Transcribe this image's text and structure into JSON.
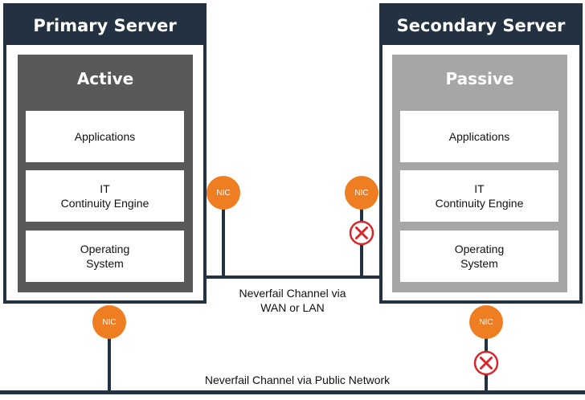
{
  "primary_server": {
    "title": "Primary Server",
    "state": "Active",
    "layers": [
      "Applications",
      "IT\nContinuity Engine",
      "Operating\nSystem"
    ]
  },
  "secondary_server": {
    "title": "Secondary Server",
    "state": "Passive",
    "layers": [
      "Applications",
      "IT\nContinuity Engine",
      "Operating\nSystem"
    ]
  },
  "nic_label": "NIC",
  "channels": {
    "private": "Neverfail Channel via\nWAN or LAN",
    "public": "Neverfail Channel via Public Network"
  },
  "colors": {
    "server_frame": "#233140",
    "active_panel": "#595959",
    "passive_panel": "#a6a6a6",
    "nic": "#ef7d22",
    "failure": "#d9262b"
  },
  "icons": {
    "failure": "x-circle-icon"
  }
}
